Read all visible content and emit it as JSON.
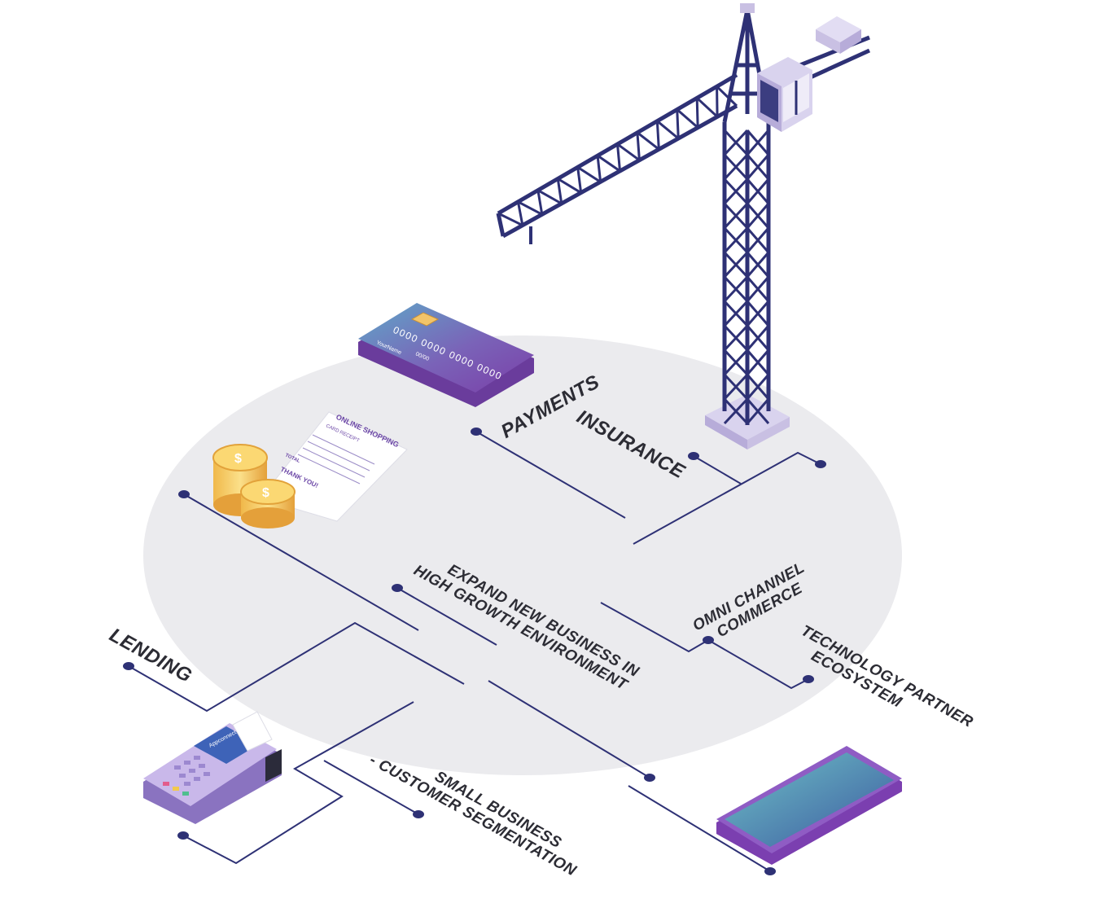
{
  "labels": {
    "payments": "PAYMENTS",
    "insurance": "INSURANCE",
    "expand_line1": "EXPAND NEW BUSINESS IN",
    "expand_line2": "HIGH GROWTH ENVIRONMENT",
    "omni_line1": "OMNI CHANNEL",
    "omni_line2": "COMMERCE",
    "tech_line1": "TECHNOLOGY PARTNER",
    "tech_line2": "ECOSYSTEM",
    "lending": "LENDING",
    "small_line1": "SMALL BUSINESS",
    "small_line2": "- CUSTOMER SEGMENTATION"
  },
  "card": {
    "number": "0000 0000 0000 0000",
    "name": "YourName",
    "expiry": "00/00"
  },
  "receipt": {
    "title": "ONLINE SHOPPING",
    "subtitle": "CARD RECEIPT",
    "thanks": "THANK YOU!",
    "total_label": "TOTAL"
  },
  "terminal": {
    "brand": "Appconnect"
  },
  "colors": {
    "navy": "#2e3175",
    "platform": "#ebebee",
    "lavender": "#c9c0e3",
    "purple": "#7b4fae",
    "label": "#2c2c34"
  }
}
